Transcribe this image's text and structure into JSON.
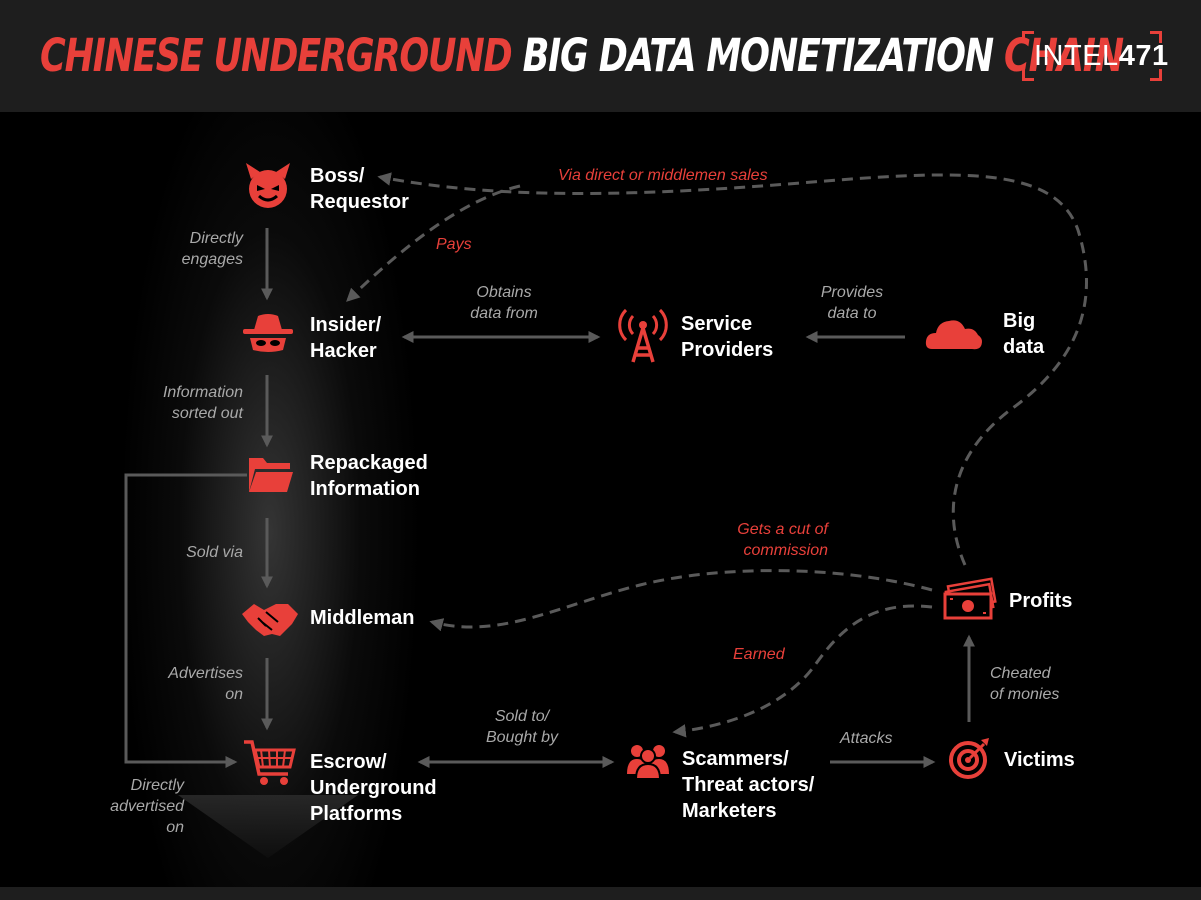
{
  "header": {
    "title_part1": "CHINESE UNDERGROUND",
    "title_part2": "BIG DATA MONETIZATION",
    "title_part3": "CHAIN",
    "logo_text_light": "INTEL",
    "logo_text_bold": "471"
  },
  "colors": {
    "accent": "#e8403a",
    "background": "#000000",
    "header_background": "#1e1e1e",
    "gray_label": "#a9a9a9",
    "arrow": "#5a5a5a"
  },
  "nodes": {
    "boss": {
      "label": "Boss/\nRequestor",
      "icon": "devil-face-icon"
    },
    "insider": {
      "label": "Insider/\nHacker",
      "icon": "spy-hat-icon"
    },
    "service": {
      "label": "Service\nProviders",
      "icon": "antenna-tower-icon"
    },
    "bigdata": {
      "label": "Big\ndata",
      "icon": "cloud-icon"
    },
    "repackaged": {
      "label": "Repackaged\nInformation",
      "icon": "folder-icon"
    },
    "middleman": {
      "label": "Middleman",
      "icon": "handshake-icon"
    },
    "escrow": {
      "label": "Escrow/\nUnderground\nPlatforms",
      "icon": "shopping-cart-icon"
    },
    "scammers": {
      "label": "Scammers/\nThreat actors/\nMarketers",
      "icon": "group-people-icon"
    },
    "victims": {
      "label": "Victims",
      "icon": "target-icon"
    },
    "profits": {
      "label": "Profits",
      "icon": "money-stack-icon"
    }
  },
  "edges": {
    "directly_engages": "Directly\nengages",
    "information_sorted": "Information\nsorted out",
    "sold_via": "Sold via",
    "advertises_on": "Advertises\non",
    "directly_advertised": "Directly\nadvertised\non",
    "obtains_data": "Obtains\ndata from",
    "provides_data": "Provides\ndata to",
    "sold_to": "Sold to/\nBought by",
    "attacks": "Attacks",
    "cheated": "Cheated\nof monies",
    "via_direct": "Via direct or middlemen sales",
    "pays": "Pays",
    "cut_commission": "Gets a cut of\ncommission",
    "earned": "Earned"
  }
}
